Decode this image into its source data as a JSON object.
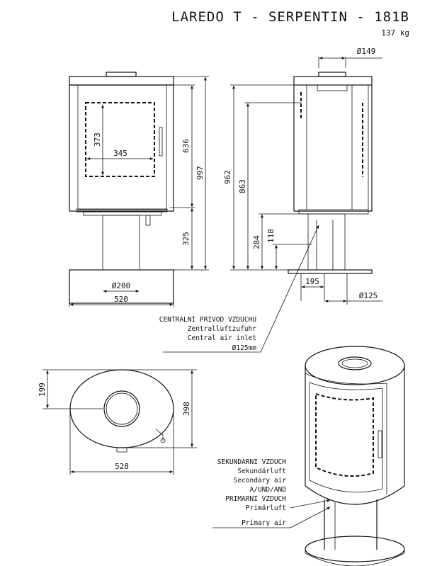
{
  "title": "LAREDO T - SERPENTIN - 181B",
  "weight": "137 kg",
  "front_view": {
    "window_height": "373",
    "window_width": "345",
    "door_height": "636",
    "total_height": "997",
    "column_height": "325",
    "pipe_diameter": "Ø200",
    "base_width": "520"
  },
  "side_view": {
    "top_diameter": "Ø149",
    "height_962": "962",
    "height_863": "863",
    "height_284": "284",
    "height_118": "118",
    "offset_195": "195",
    "air_inlet_diameter": "Ø125"
  },
  "central_air_label": {
    "line1": "CENTRALNI PRIVOD VZDUCHU",
    "line2": "Zentralluftzufuhr",
    "line3": "Central air inlet",
    "line4": "Ø125mm"
  },
  "top_view": {
    "depth_199": "199",
    "depth_398": "398",
    "width_528": "528"
  },
  "air_label": {
    "line1": "SEKUNDARNI VZDUCH",
    "line2": "Sekundärluft",
    "line3": "Secondary air",
    "line4": "A/UND/AND",
    "line5": "PRIMARNI VZDUCH",
    "line6": "Primärluft",
    "line7": "Primary air"
  }
}
